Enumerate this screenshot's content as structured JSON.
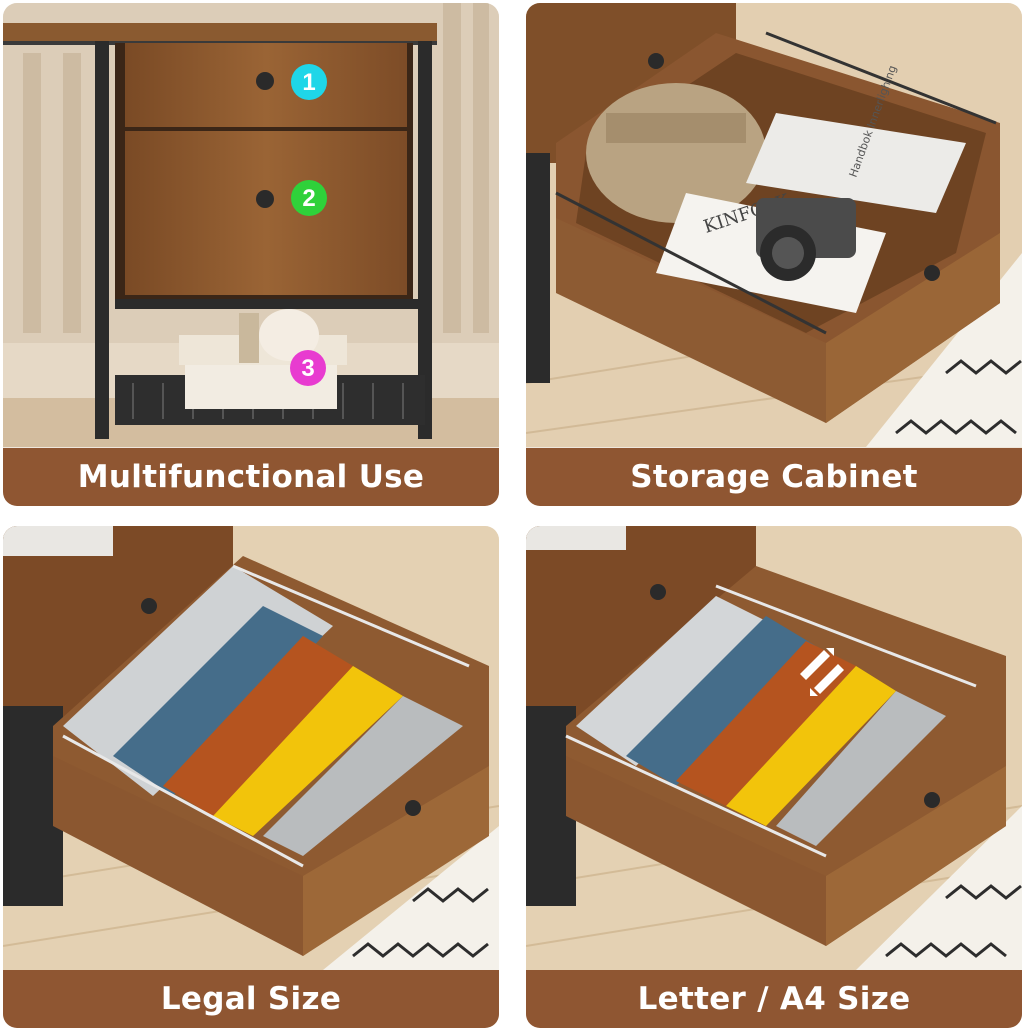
{
  "panels": [
    {
      "caption": "Multifunctional Use",
      "badges": [
        "1",
        "2",
        "3"
      ]
    },
    {
      "caption": "Storage Cabinet",
      "book_title": "KINFOLK",
      "book_spine": "Handbok Innerlighing"
    },
    {
      "caption": "Legal Size"
    },
    {
      "caption": "Letter / A4 Size"
    }
  ],
  "colors": {
    "caption_bg": "#8f5632",
    "wood": "#8a5a30",
    "badge_1": "#1fd6e8",
    "badge_2": "#2fd13a",
    "badge_3": "#e83bd0"
  }
}
